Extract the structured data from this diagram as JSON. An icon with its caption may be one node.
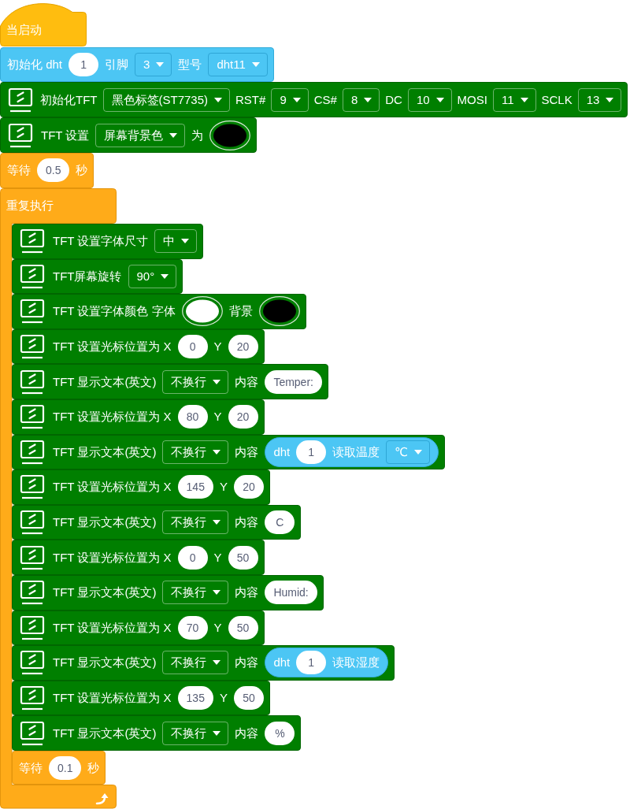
{
  "diagram": {
    "nodes": [
      {
        "text": [
          "当启动"
        ]
      },
      {
        "text": [
          "初始化 dht",
          "引脚",
          "型号"
        ]
      },
      {
        "text": [
          "1"
        ],
        "in": 1
      },
      {
        "text": [
          "3"
        ],
        "in": 1
      },
      {
        "text": [
          "dht11"
        ],
        "in": 1
      },
      {
        "text": [
          "初始化TFT",
          "RST#",
          "CS#",
          "DC",
          "MOSI",
          "SCLK"
        ]
      },
      {
        "text": [
          "黑色标签(ST7735)"
        ],
        "in": 5
      },
      {
        "text": [
          "9"
        ],
        "in": 5
      },
      {
        "text": [
          "8"
        ],
        "in": 5
      },
      {
        "text": [
          "10"
        ],
        "in": 5
      },
      {
        "text": [
          "11"
        ],
        "in": 5
      },
      {
        "text": [
          "13"
        ],
        "in": 5
      },
      {
        "text": [
          "TFT 设置",
          "为"
        ]
      },
      {
        "text": [
          "屏幕背景色"
        ],
        "in": 12
      },
      {
        "text": [],
        "shape": "circle",
        "in": 12
      },
      {
        "text": [
          "等待",
          "秒"
        ]
      },
      {
        "text": [
          "0.5"
        ],
        "in": 15
      },
      {
        "text": [
          "重复执行"
        ]
      },
      {
        "text": [
          "TFT 设置字体尺寸"
        ]
      },
      {
        "text": [
          "中"
        ],
        "in": 18
      },
      {
        "text": [
          "TFT屏幕旋转"
        ]
      },
      {
        "text": [
          "90°"
        ],
        "in": 20
      },
      {
        "text": [
          "TFT 设置字体颜色 字体",
          "背景"
        ]
      },
      {
        "text": [],
        "shape": "circle",
        "in": 22
      },
      {
        "text": [],
        "shape": "circle",
        "in": 22
      },
      {
        "text": [
          "TFT 设置光标位置为 X",
          "Y"
        ]
      },
      {
        "text": [
          "0"
        ],
        "in": 25
      },
      {
        "text": [
          "20"
        ],
        "in": 25
      },
      {
        "text": [
          "TFT 显示文本(英文)",
          "内容"
        ]
      },
      {
        "text": [
          "不换行"
        ],
        "in": 28
      },
      {
        "text": [
          "Temper:"
        ],
        "in": 28
      },
      {
        "text": [
          "TFT 设置光标位置为 X",
          "Y"
        ]
      },
      {
        "text": [
          "80"
        ],
        "in": 31
      },
      {
        "text": [
          "20"
        ],
        "in": 31
      },
      {
        "text": [
          "TFT 显示文本(英文)",
          "内容"
        ]
      },
      {
        "text": [
          "不换行"
        ],
        "in": 34
      },
      {
        "text": [
          "dht",
          "读取温度"
        ],
        "in": 34
      },
      {
        "text": [
          "1"
        ],
        "in": 36
      },
      {
        "text": [
          "℃"
        ],
        "in": 36
      },
      {
        "text": [
          "TFT 设置光标位置为 X",
          "Y"
        ]
      },
      {
        "text": [
          "145"
        ],
        "in": 39
      },
      {
        "text": [
          "20"
        ],
        "in": 39
      },
      {
        "text": [
          "TFT 显示文本(英文)",
          "内容"
        ]
      },
      {
        "text": [
          "不换行"
        ],
        "in": 42
      },
      {
        "text": [
          "C"
        ],
        "in": 42
      },
      {
        "text": [
          "TFT 设置光标位置为 X",
          "Y"
        ]
      },
      {
        "text": [
          "0"
        ],
        "in": 45
      },
      {
        "text": [
          "50"
        ],
        "in": 45
      },
      {
        "text": [
          "TFT 显示文本(英文)",
          "内容"
        ]
      },
      {
        "text": [
          "不换行"
        ],
        "in": 48
      },
      {
        "text": [
          "Humid:"
        ],
        "in": 48
      },
      {
        "text": [
          "TFT 设置光标位置为 X",
          "Y"
        ]
      },
      {
        "text": [
          "70"
        ],
        "in": 51
      },
      {
        "text": [
          "50"
        ],
        "in": 51
      },
      {
        "text": [
          "TFT 显示文本(英文)",
          "内容"
        ]
      },
      {
        "text": [
          "不换行"
        ],
        "in": 54
      },
      {
        "text": [
          "dht",
          "读取湿度"
        ],
        "in": 54
      },
      {
        "text": [
          "1"
        ],
        "in": 56
      },
      {
        "text": [
          "TFT 设置光标位置为 X",
          "Y"
        ]
      },
      {
        "text": [
          "135"
        ],
        "in": 58
      },
      {
        "text": [
          "50"
        ],
        "in": 58
      },
      {
        "text": [
          "TFT 显示文本(英文)",
          "内容"
        ]
      },
      {
        "text": [
          "不换行"
        ],
        "in": 61
      },
      {
        "text": [
          "%"
        ],
        "in": 61
      },
      {
        "text": [
          "等待",
          "秒"
        ]
      },
      {
        "text": [
          "0.1"
        ],
        "in": 64
      }
    ]
  }
}
